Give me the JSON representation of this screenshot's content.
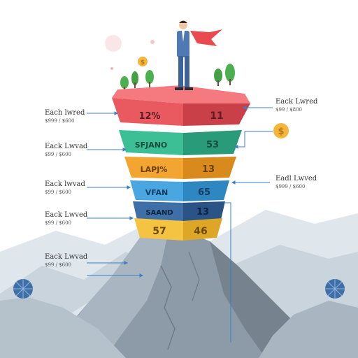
{
  "colors": {
    "tier1_top": "#e95a60",
    "tier1_side": "#c94048",
    "tier2": "#3dbf95",
    "tier2_side": "#2a9b78",
    "tier3": "#f2a531",
    "tier3_side": "#d88a1c",
    "tier4": "#4aa6e0",
    "tier4_side": "#2f87c2",
    "tier5": "#3e6fa7",
    "tier5_side": "#2b5486",
    "tier6": "#f5c342",
    "tier6_side": "#dea626",
    "mountain": "#8d9ba8",
    "mountain_dark": "#6e7c89",
    "back_mountain": "#c9d4dc",
    "leader_line": "#3b7fc4",
    "coin": "#f4b53a",
    "cape": "#e84a4f",
    "suit": "#4e79b3"
  },
  "tiers": [
    {
      "left": "12%",
      "right": "11"
    },
    {
      "left": "SFJANO",
      "right": "53"
    },
    {
      "left": "LAPJ%",
      "right": "13"
    },
    {
      "left": "VFAN",
      "right": "65"
    },
    {
      "left": "SAAND",
      "right": "13"
    },
    {
      "left": "57",
      "right": "46"
    }
  ],
  "left_labels": [
    {
      "title": "Each lwred",
      "sub": "$999 / $600"
    },
    {
      "title": "Eack Lwvad",
      "sub": "$99 / $600"
    },
    {
      "title": "Eack lwvad",
      "sub": "$99 / $600"
    },
    {
      "title": "Eack Lwved",
      "sub": "$99 / $600"
    },
    {
      "title": "Eack Lwvad",
      "sub": "$99 / $600"
    }
  ],
  "right_labels": [
    {
      "title": "Eack Lwred",
      "sub": "$99 / $800"
    },
    {
      "title": "Eadl Lwved",
      "sub": "$999 / $600"
    }
  ],
  "icons": [
    "coin-icon",
    "tree-icon",
    "globe-icon",
    "person-figure",
    "cape-icon"
  ]
}
